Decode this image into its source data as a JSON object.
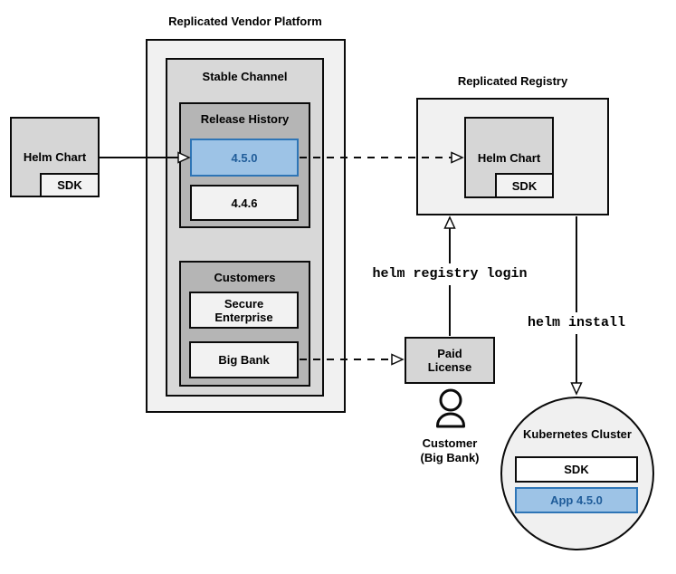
{
  "vendor_platform": {
    "title": "Replicated Vendor Platform",
    "stable_channel": {
      "label": "Stable Channel",
      "release_history": {
        "label": "Release History",
        "releases": [
          {
            "version": "4.5.0",
            "highlighted": true
          },
          {
            "version": "4.4.6",
            "highlighted": false
          }
        ]
      },
      "customers": {
        "label": "Customers",
        "items": [
          {
            "name": "Secure\nEnterprise"
          },
          {
            "name": "Big Bank"
          }
        ]
      }
    }
  },
  "helm_chart_source": {
    "label": "Helm Chart",
    "sdk_label": "SDK"
  },
  "registry": {
    "title": "Replicated Registry",
    "helm_chart_label": "Helm Chart",
    "sdk_label": "SDK"
  },
  "paid_license": {
    "label": "Paid\nLicense"
  },
  "customer_caption": {
    "label": "Customer\n(Big Bank)"
  },
  "commands": {
    "registry_login": "helm registry login",
    "install": "helm install"
  },
  "cluster": {
    "title": "Kubernetes Cluster",
    "sdk_label": "SDK",
    "app_label": "App 4.5.0"
  },
  "colors": {
    "highlight_fill": "#9DC3E6",
    "highlight_border": "#2E75B6",
    "highlight_text": "#1F5C99",
    "box_fill_lightest": "#F1F1F1",
    "box_fill_light": "#D8D8D8",
    "box_fill_mid": "#B5B5B5",
    "unit_fill": "#D6D6D6"
  }
}
